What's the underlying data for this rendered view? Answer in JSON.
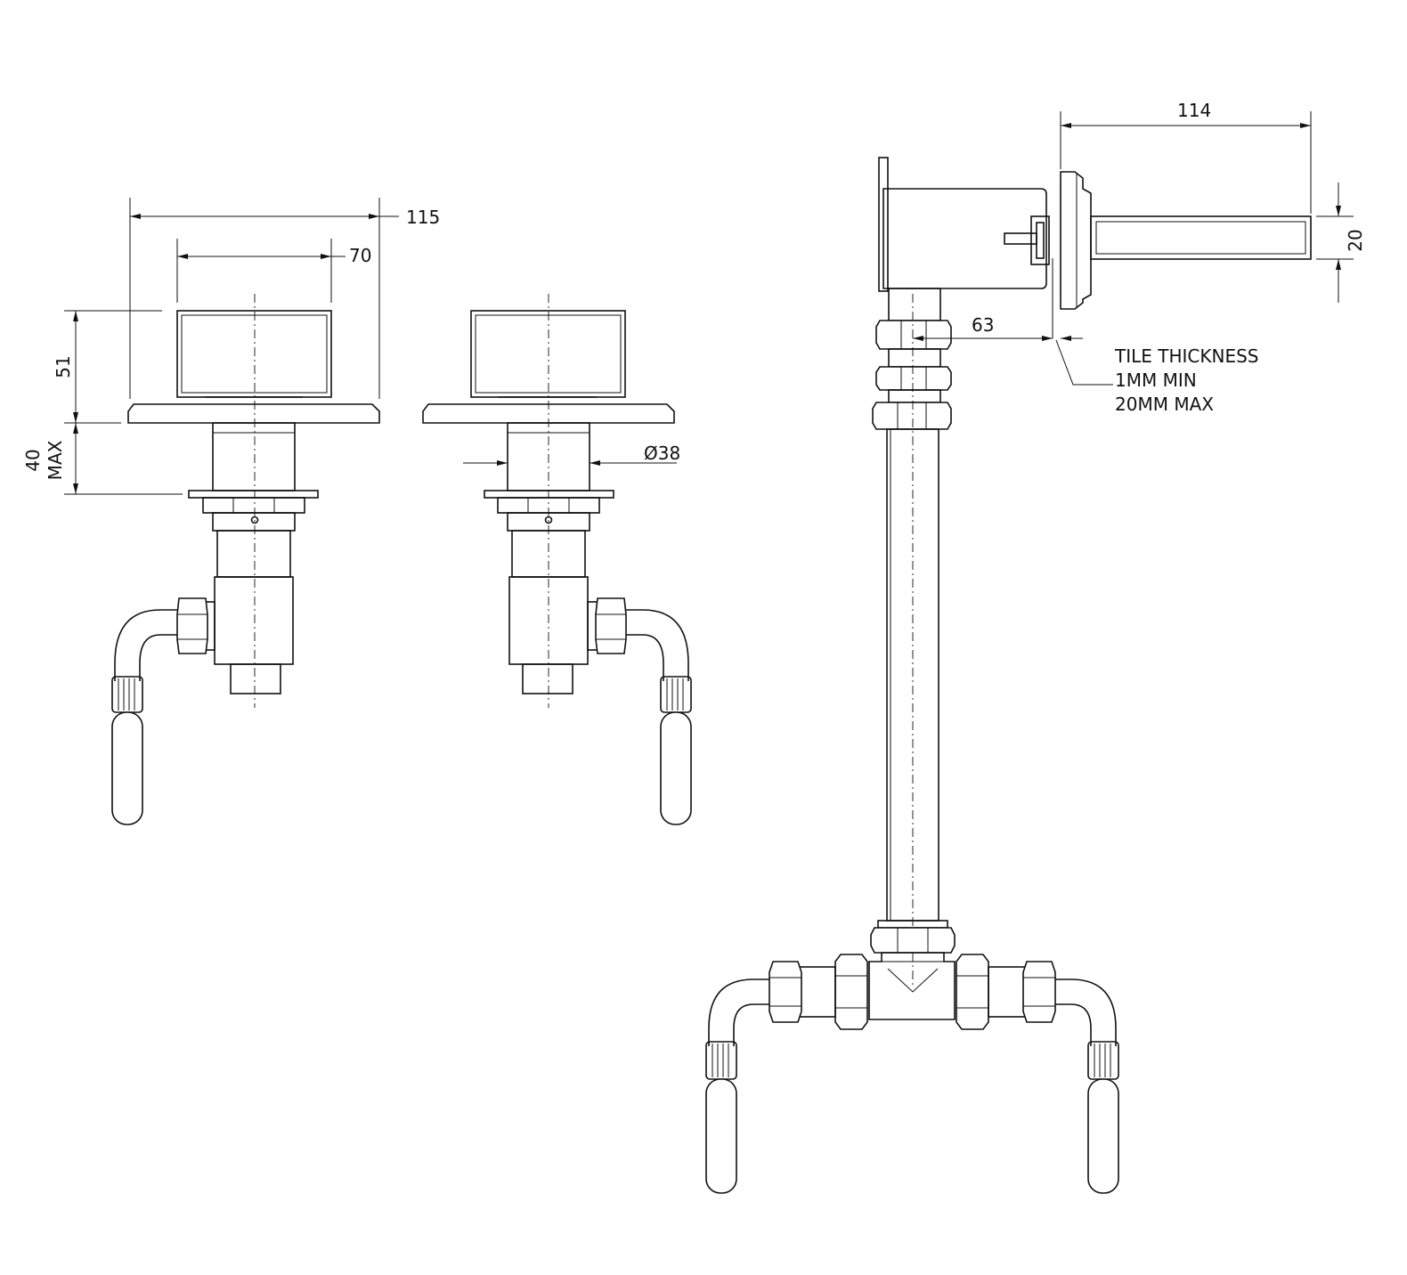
{
  "dimensions": {
    "overall_width": "115",
    "handle_width": "70",
    "handle_height": "51",
    "mount_depth_value": "40",
    "mount_depth_suffix": "MAX",
    "body_diameter": "Ø38",
    "spout_length": "114",
    "spout_height": "20",
    "wall_offset": "63"
  },
  "notes": {
    "tile_line1": "TILE THICKNESS",
    "tile_line2": "1MM MIN",
    "tile_line3": "20MM MAX"
  }
}
